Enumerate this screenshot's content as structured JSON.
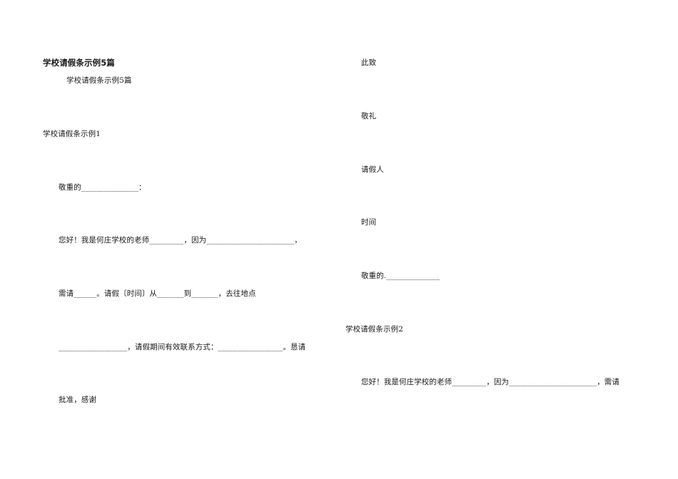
{
  "document": {
    "left_column": {
      "title": "学校请假条示例5篇",
      "subtitle": "学校请假条示例5篇",
      "example1_heading": "学校请假条示例1",
      "salutation": "敬重的_______________：",
      "body_line1": "您好！我是何庄学校的老师_________，因为_______________________，",
      "body_line2": "需请______。请假〔时间〕从_______到_______，去往地点",
      "body_line3": "__________________，请假期间有效联系方式：_________________。恳请",
      "body_line4": "批准，感谢"
    },
    "right_column": {
      "closing1": "此致",
      "closing2": "敬礼",
      "requester_label": "请假人",
      "time_label": "时间",
      "recipient_line": "敬重的.______________",
      "example2_heading": "学校请假条示例2",
      "example2_body": "您好！我是何庄学校的老师_________，因为_______________________，需请"
    }
  }
}
